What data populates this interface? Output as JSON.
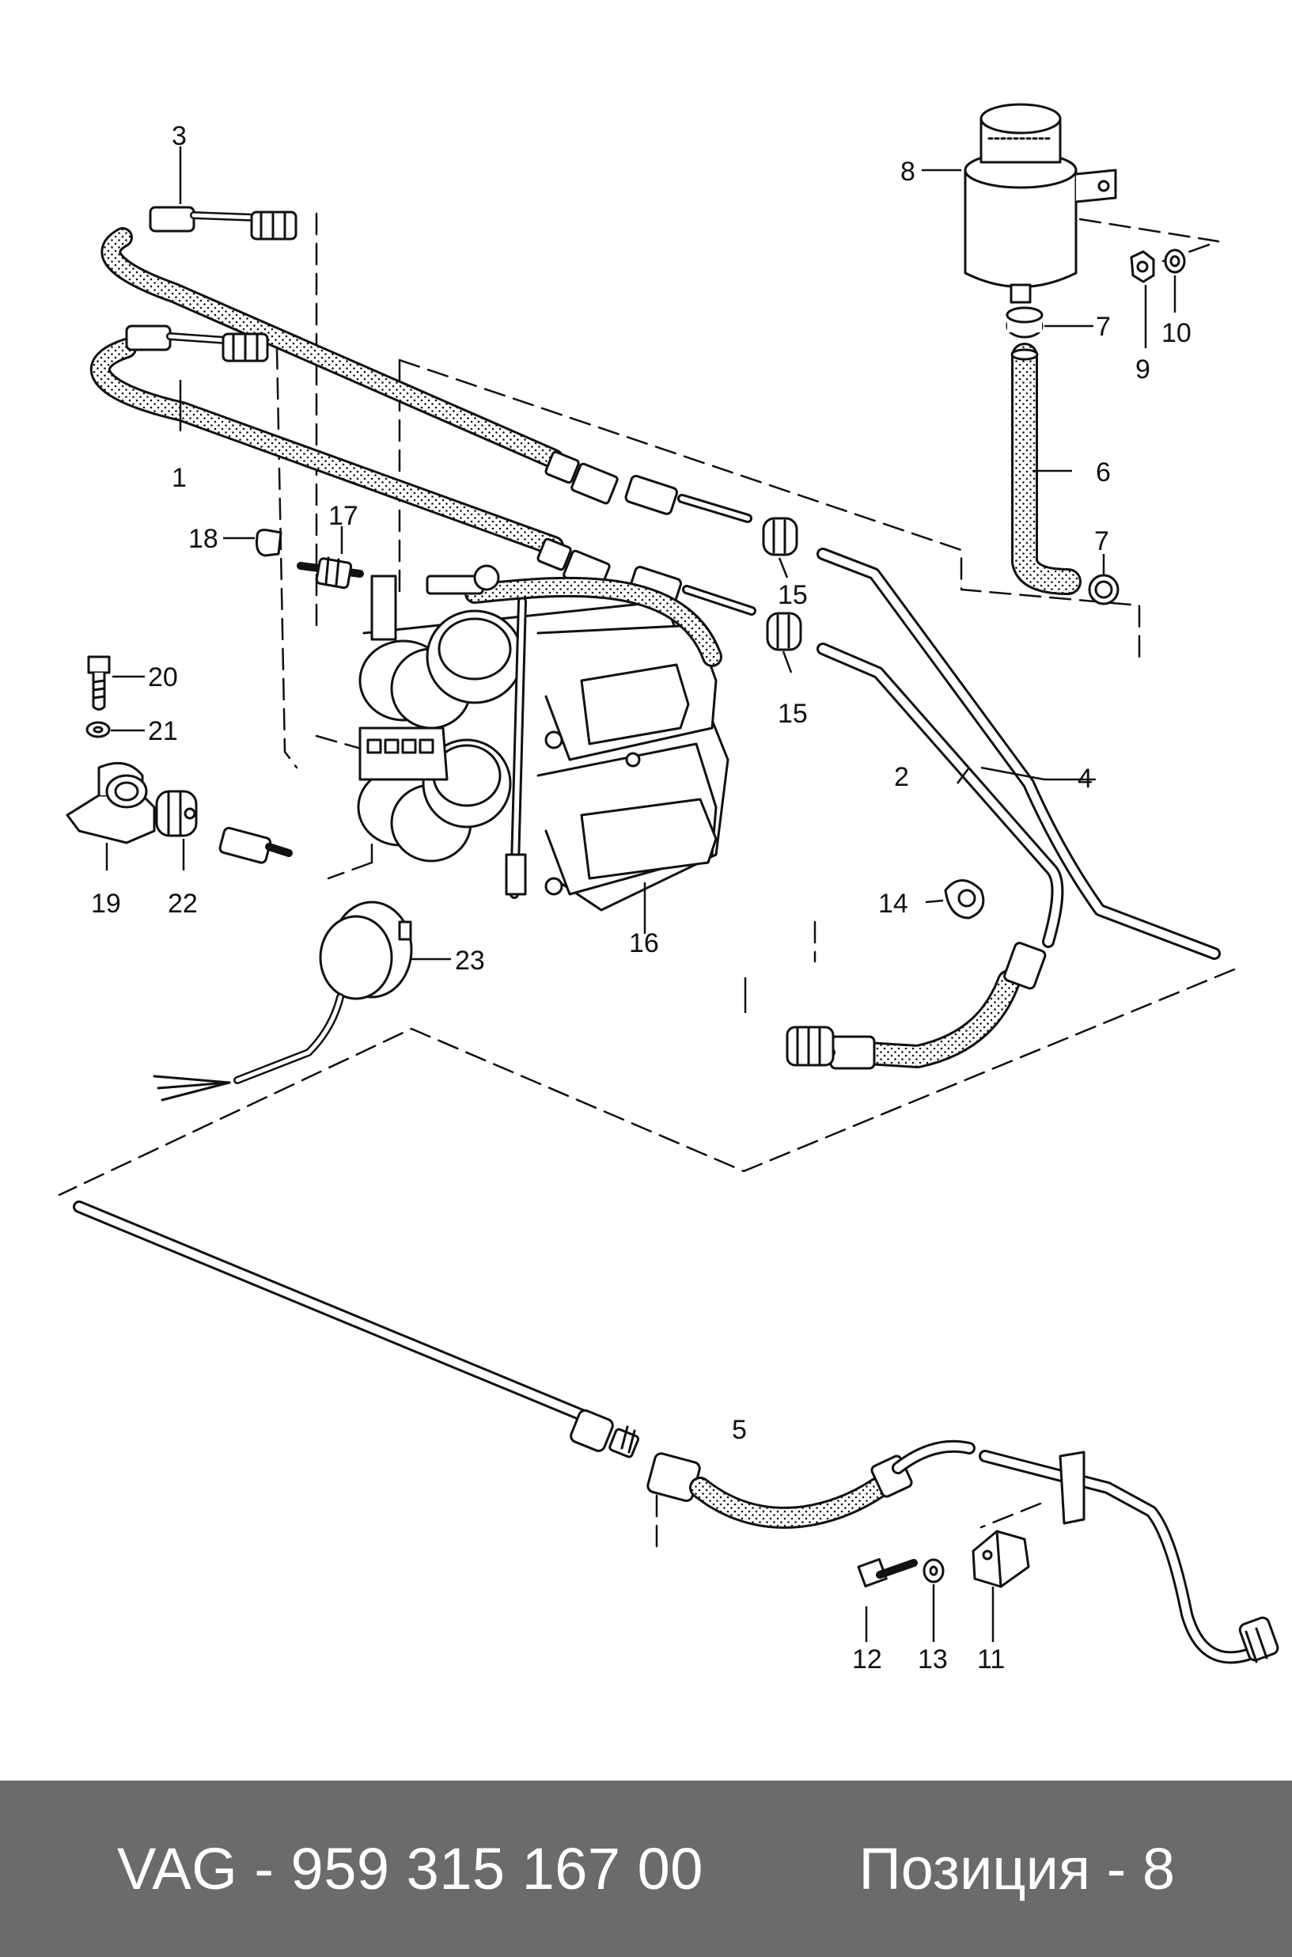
{
  "diagram": {
    "callouts": {
      "c1": "1",
      "c2": "2",
      "c3": "3",
      "c4": "4",
      "c5": "5",
      "c6": "6",
      "c7a": "7",
      "c7b": "7",
      "c8": "8",
      "c9": "9",
      "c10": "10",
      "c11": "11",
      "c12": "12",
      "c13": "13",
      "c14": "14",
      "c15a": "15",
      "c15b": "15",
      "c16": "16",
      "c17": "17",
      "c18": "18",
      "c19": "19",
      "c20": "20",
      "c21": "21",
      "c22": "22",
      "c23": "23"
    }
  },
  "footer": {
    "part_number": "VAG - 959 315 167 00",
    "position": "Позиция - 8"
  }
}
